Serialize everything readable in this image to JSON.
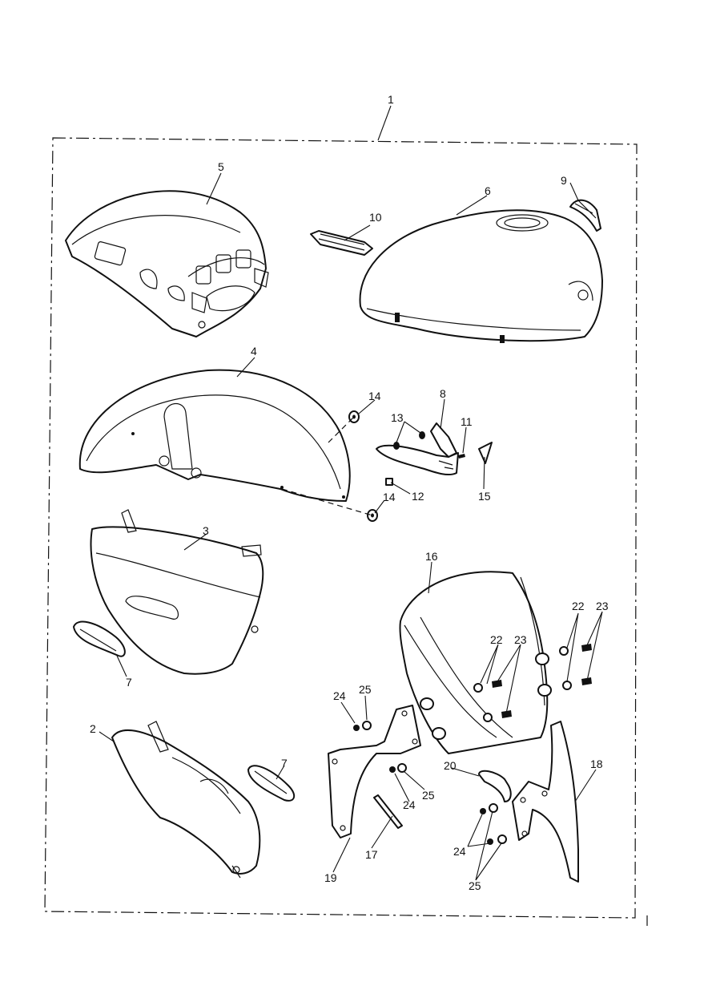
{
  "diagram": {
    "callouts": [
      {
        "id": "c1",
        "text": "1"
      },
      {
        "id": "c2",
        "text": "2"
      },
      {
        "id": "c3",
        "text": "3"
      },
      {
        "id": "c4",
        "text": "4"
      },
      {
        "id": "c5",
        "text": "5"
      },
      {
        "id": "c6",
        "text": "6"
      },
      {
        "id": "c7a",
        "text": "7"
      },
      {
        "id": "c7b",
        "text": "7"
      },
      {
        "id": "c8",
        "text": "8"
      },
      {
        "id": "c9",
        "text": "9"
      },
      {
        "id": "c10",
        "text": "10"
      },
      {
        "id": "c11",
        "text": "11"
      },
      {
        "id": "c12",
        "text": "12"
      },
      {
        "id": "c13",
        "text": "13"
      },
      {
        "id": "c14a",
        "text": "14"
      },
      {
        "id": "c14b",
        "text": "14"
      },
      {
        "id": "c15",
        "text": "15"
      },
      {
        "id": "c16",
        "text": "16"
      },
      {
        "id": "c17",
        "text": "17"
      },
      {
        "id": "c18",
        "text": "18"
      },
      {
        "id": "c19",
        "text": "19"
      },
      {
        "id": "c20",
        "text": "20"
      },
      {
        "id": "c22a",
        "text": "22"
      },
      {
        "id": "c23a",
        "text": "23"
      },
      {
        "id": "c22b",
        "text": "22"
      },
      {
        "id": "c23b",
        "text": "23"
      },
      {
        "id": "c24a",
        "text": "24"
      },
      {
        "id": "c25a",
        "text": "25"
      },
      {
        "id": "c24b",
        "text": "24"
      },
      {
        "id": "c25b",
        "text": "25"
      },
      {
        "id": "c24c",
        "text": "24"
      },
      {
        "id": "c25c",
        "text": "25"
      }
    ]
  }
}
